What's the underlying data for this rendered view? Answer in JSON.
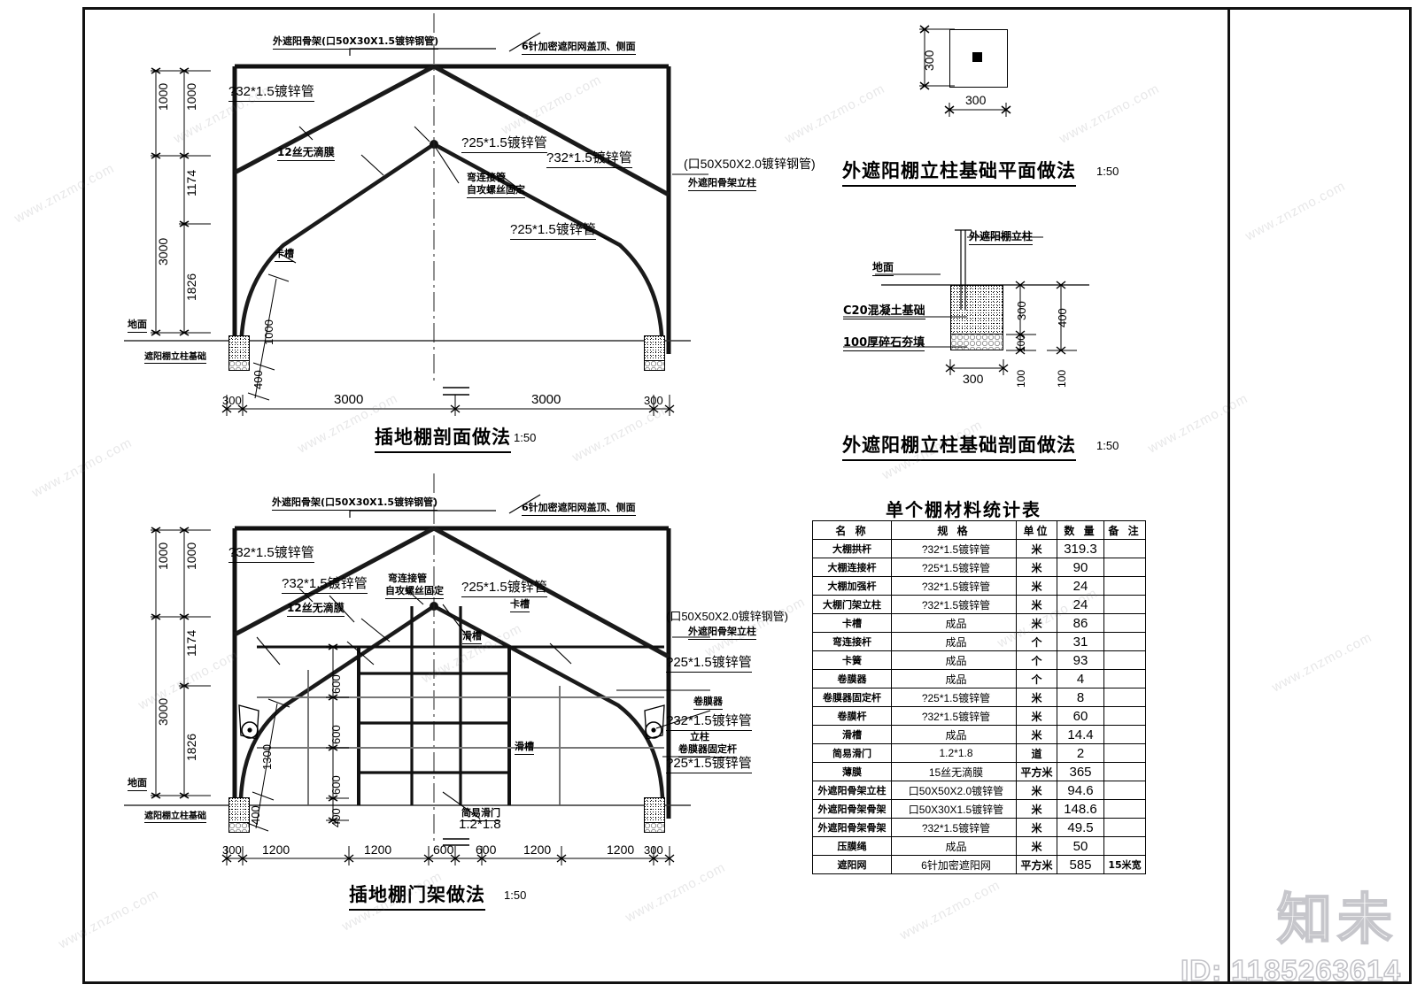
{
  "sheet": {
    "id_watermark": "ID: 1185263614",
    "logo_watermark": "知未",
    "watermark_text": "www.znzmo.com"
  },
  "section_a": {
    "title": "插地棚剖面做法",
    "scale": "1:50",
    "labels": {
      "shade_frame": "外遮阳骨架(口50X30X1.5镀锌钢管)",
      "shade_net": "6针加密遮阳网盖顶、侧面",
      "pipe_32": "?32*1.5镀锌管",
      "film_12": "12丝无滴膜",
      "pipe_25_top": "?25*1.5镀锌管",
      "bend_connector": "弯连接管",
      "self_tap_screw": "自攻螺丝固定",
      "pipe_32_right": "?32*1.5镀锌管",
      "pipe_25_right": "?25*1.5镀锌管",
      "column_spec": "(口50X50X2.0镀锌钢管)",
      "column_name": "外遮阳骨架立柱",
      "card_slot": "卡槽",
      "ground": "地面",
      "foundation": "遮阳棚立柱基础"
    },
    "dims_vertical_outer": [
      "1000",
      "3000"
    ],
    "dims_vertical_inner": [
      "1000",
      "1174",
      "1826"
    ],
    "dims_local": [
      "1000",
      "400"
    ],
    "dims_bottom": [
      "300",
      "3000",
      "3000",
      "300"
    ]
  },
  "section_b": {
    "title": "插地棚门架做法",
    "scale": "1:50",
    "labels": {
      "shade_frame": "外遮阳骨架(口50X30X1.5镀锌钢管)",
      "shade_net": "6针加密遮阳网盖顶、侧面",
      "pipe_32_top": "?32*1.5镀锌管",
      "pipe_32_mid": "?32*1.5镀锌管",
      "film_12": "12丝无滴膜",
      "bend_connector": "弯连接管",
      "self_tap_screw": "自攻螺丝固定",
      "pipe_25_apex": "?25*1.5镀锌管",
      "card_slot_top": "卡槽",
      "slide_slot_left": "滑槽",
      "slide_slot_right": "滑槽",
      "column_spec": "(口50X50X2.0镀锌钢管)",
      "column_name": "外遮阳骨架立柱",
      "pipe_25_right": "?25*1.5镀锌管",
      "film_roller": "卷膜器",
      "pipe_32_col": "?32*1.5镀锌管",
      "col_word": "立柱",
      "roller_fix_bar": "卷膜器固定杆",
      "pipe_25_fix": "?25*1.5镀锌管",
      "simple_slide_door": "简易滑门",
      "door_size": "1.2*1.8",
      "ground": "地面",
      "foundation": "遮阳棚立柱基础"
    },
    "dims_vertical_outer": [
      "1000",
      "3000"
    ],
    "dims_vertical_inner": [
      "1000",
      "1174",
      "1826"
    ],
    "dims_grid": [
      "600",
      "600",
      "600",
      "400"
    ],
    "dims_local": [
      "1300",
      "400",
      "400"
    ],
    "dims_bottom": [
      "300",
      "1200",
      "1200",
      "600",
      "600",
      "1200",
      "1200",
      "300"
    ]
  },
  "section_plan": {
    "title": "外遮阳棚立柱基础平面做法",
    "scale": "1:50",
    "dim_vertical": "300",
    "dim_horizontal": "300"
  },
  "section_found": {
    "title": "外遮阳棚立柱基础剖面做法",
    "scale": "1:50",
    "labels": {
      "column": "外遮阳棚立柱",
      "ground": "地面",
      "concrete": "C20混凝土基础",
      "gravel": "100厚碎石夯填"
    },
    "dims_right_inner": [
      "300",
      "100",
      "100"
    ],
    "dims_right_outer": [
      "400",
      "100"
    ],
    "dim_bottom": "300"
  },
  "materials": {
    "title": "单个棚材料统计表",
    "headers": [
      "名  称",
      "规    格",
      "单位",
      "数  量",
      "备  注"
    ],
    "rows": [
      {
        "name": "大棚拱杆",
        "spec": "?32*1.5镀锌管",
        "unit": "米",
        "qty": "319.3",
        "note": ""
      },
      {
        "name": "大棚连接杆",
        "spec": "?25*1.5镀锌管",
        "unit": "米",
        "qty": "90",
        "note": ""
      },
      {
        "name": "大棚加强杆",
        "spec": "?32*1.5镀锌管",
        "unit": "米",
        "qty": "24",
        "note": ""
      },
      {
        "name": "大棚门架立柱",
        "spec": "?32*1.5镀锌管",
        "unit": "米",
        "qty": "24",
        "note": ""
      },
      {
        "name": "卡槽",
        "spec": "成品",
        "unit": "米",
        "qty": "86",
        "note": ""
      },
      {
        "name": "弯连接杆",
        "spec": "成品",
        "unit": "个",
        "qty": "31",
        "note": ""
      },
      {
        "name": "卡簧",
        "spec": "成品",
        "unit": "个",
        "qty": "93",
        "note": ""
      },
      {
        "name": "卷膜器",
        "spec": "成品",
        "unit": "个",
        "qty": "4",
        "note": ""
      },
      {
        "name": "卷膜器固定杆",
        "spec": "?25*1.5镀锌管",
        "unit": "米",
        "qty": "8",
        "note": ""
      },
      {
        "name": "卷膜杆",
        "spec": "?32*1.5镀锌管",
        "unit": "米",
        "qty": "60",
        "note": ""
      },
      {
        "name": "滑槽",
        "spec": "成品",
        "unit": "米",
        "qty": "14.4",
        "note": ""
      },
      {
        "name": "简易滑门",
        "spec": "1.2*1.8",
        "unit": "道",
        "qty": "2",
        "note": ""
      },
      {
        "name": "薄膜",
        "spec": "15丝无滴膜",
        "unit": "平方米",
        "qty": "365",
        "note": ""
      },
      {
        "name": "外遮阳骨架立柱",
        "spec": "口50X50X2.0镀锌管",
        "unit": "米",
        "qty": "94.6",
        "note": ""
      },
      {
        "name": "外遮阳骨架骨架",
        "spec": "口50X30X1.5镀锌管",
        "unit": "米",
        "qty": "148.6",
        "note": ""
      },
      {
        "name": "外遮阳骨架骨架",
        "spec": "?32*1.5镀锌管",
        "unit": "米",
        "qty": "49.5",
        "note": ""
      },
      {
        "name": "压膜绳",
        "spec": "成品",
        "unit": "米",
        "qty": "50",
        "note": ""
      },
      {
        "name": "遮阳网",
        "spec": "6针加密遮阳网",
        "unit": "平方米",
        "qty": "585",
        "note": "15米宽"
      }
    ]
  }
}
